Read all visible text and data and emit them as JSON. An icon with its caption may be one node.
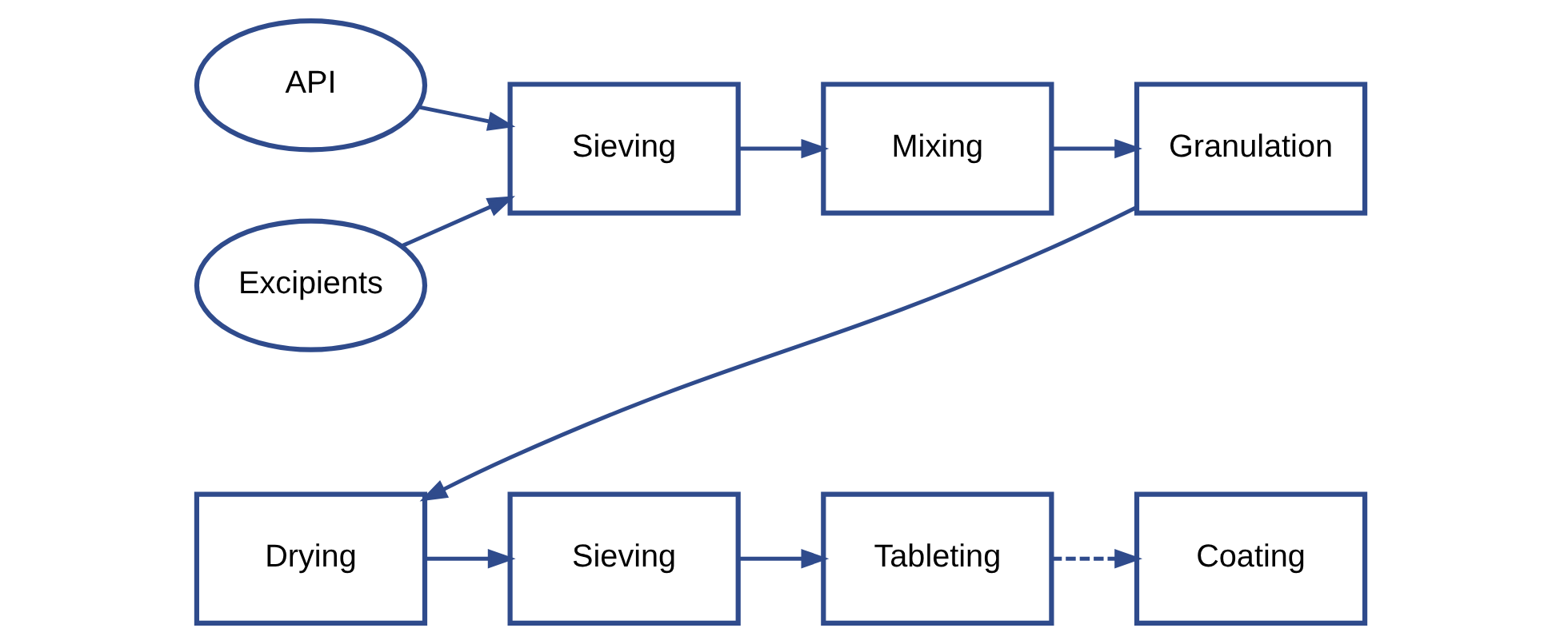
{
  "diagram": {
    "nodes": [
      {
        "text": [
          "API"
        ]
      },
      {
        "text": [
          "Excipients"
        ]
      },
      {
        "text": [
          "Sieving"
        ]
      },
      {
        "text": [
          "Mixing"
        ]
      },
      {
        "text": [
          "Granulation"
        ]
      },
      {
        "text": [
          "Drying"
        ]
      },
      {
        "text": [
          "Sieving"
        ]
      },
      {
        "text": [
          "Tableting"
        ]
      },
      {
        "text": [
          "Coating"
        ]
      }
    ],
    "edges": [
      {
        "from": 0,
        "to": 2,
        "arrow": "to"
      },
      {
        "from": 1,
        "to": 2,
        "arrow": "to"
      },
      {
        "from": 2,
        "to": 3,
        "arrow": "to"
      },
      {
        "from": 3,
        "to": 4,
        "arrow": "to"
      },
      {
        "from": 4,
        "to": 5,
        "arrow": "to"
      },
      {
        "from": 5,
        "to": 6,
        "arrow": "to"
      },
      {
        "from": 6,
        "to": 7,
        "arrow": "to"
      },
      {
        "from": 7,
        "to": 8,
        "arrow": "to",
        "style": "dashed"
      }
    ]
  }
}
